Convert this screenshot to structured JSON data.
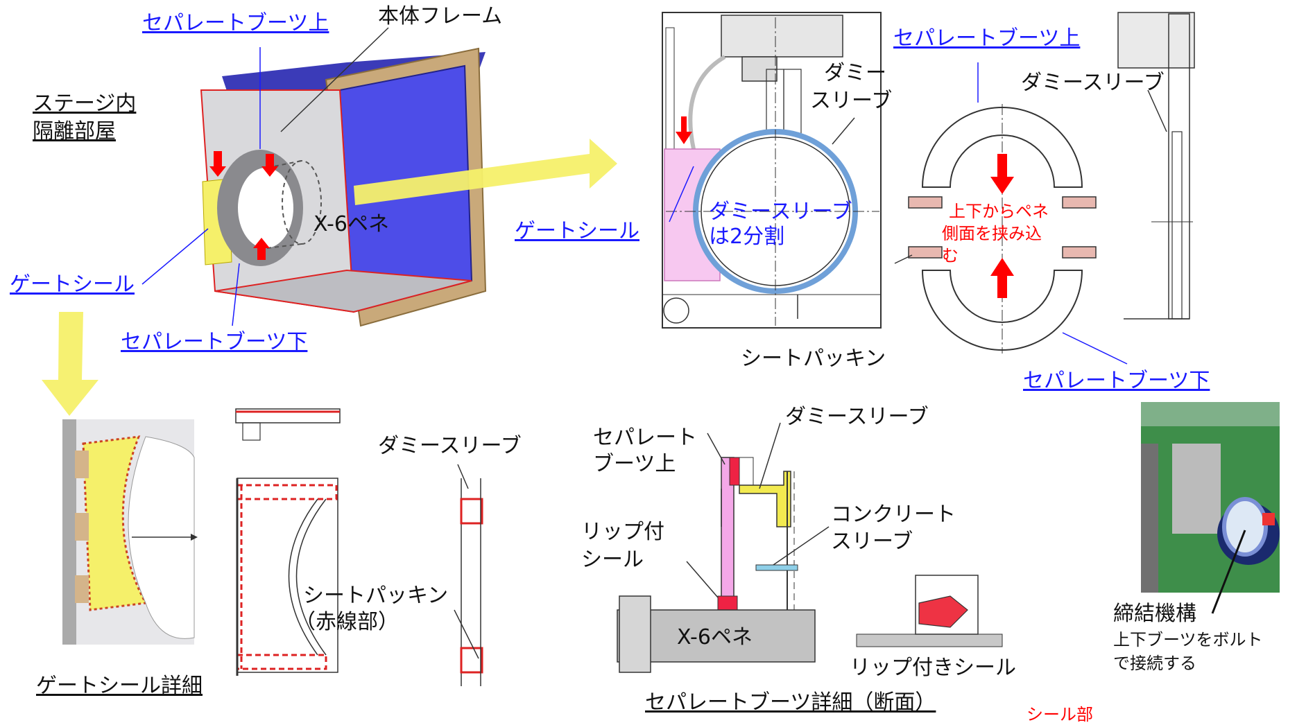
{
  "labels": {
    "separate_boot_top": "セパレートブーツ上",
    "separate_boot_bottom": "セパレートブーツ下",
    "main_frame": "本体フレーム",
    "stage_room_line1": "ステージ内",
    "stage_room_line2": "隔離部屋",
    "gate_seal": "ゲートシール",
    "x6_pene": "X-6ペネ",
    "dummy_sleeve": "ダミースリーブ",
    "dummy_line1": "ダミー",
    "dummy_line2": "スリーブ",
    "dummy_split_line1": "ダミースリーブ",
    "dummy_split_line2": "は2分割",
    "sheet_packing": "シートパッキン",
    "pene_clamp_line1": "上下からペネ",
    "pene_clamp_line2": "側面を挟み込",
    "pene_clamp_line3": "む",
    "gate_seal_detail": "ゲートシール詳細",
    "sheet_packing_red": "（赤線部）",
    "boot_top_line1": "セパレート",
    "boot_top_line2": "ブーツ上",
    "lip_line1": "リップ付",
    "lip_line2": "シール",
    "concrete_line1": "コンクリート",
    "concrete_line2": "スリーブ",
    "lip_seal": "リップ付きシール",
    "boot_detail": "セパレートブーツ詳細（断面）",
    "fastening": "締結機構",
    "fastening_desc_line1": "上下ブーツをボルト",
    "fastening_desc_line2": "で接続する",
    "seal_part": "シール部"
  },
  "colors": {
    "link_blue": "#1a1aff",
    "arrow_red": "#ff0000",
    "highlight_yellow": "#f5f06a",
    "wall_blue": "#4040e0",
    "seal_pink": "#f7c8f0"
  }
}
